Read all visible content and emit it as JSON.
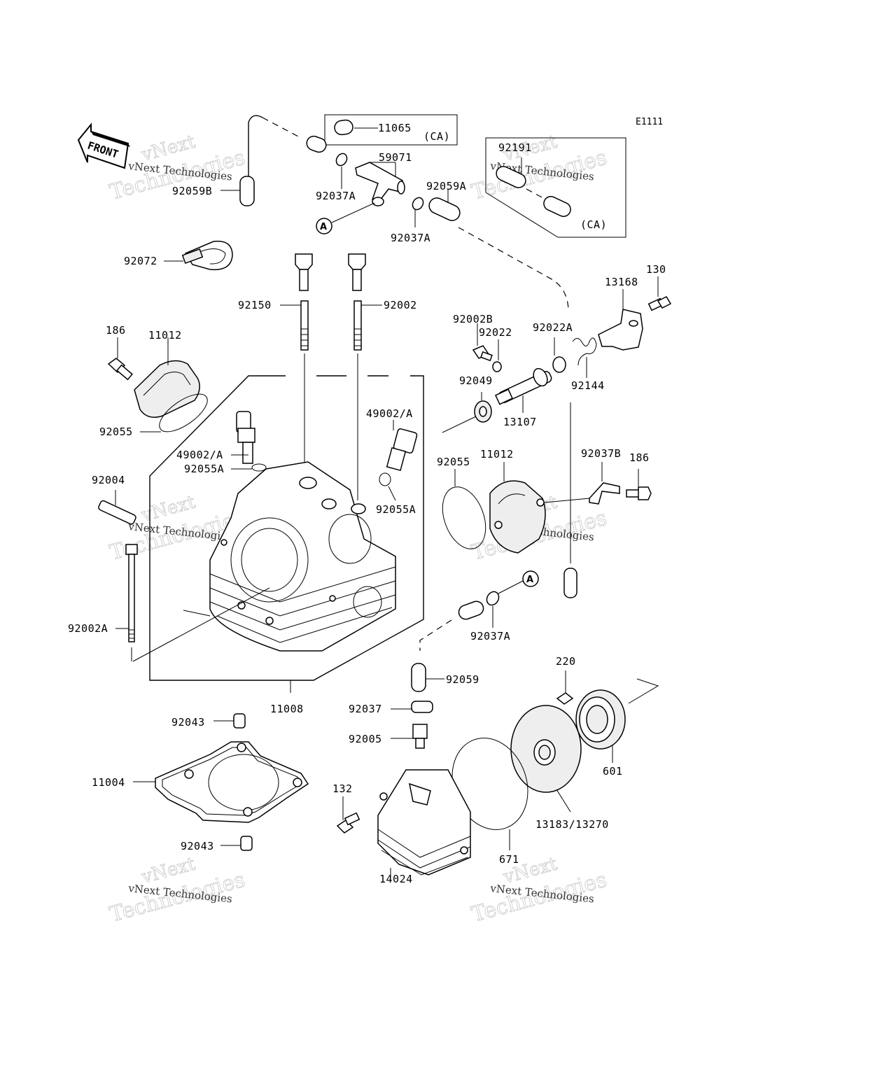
{
  "diagram_code": "E1111",
  "front_label": "FRONT",
  "circle_marker": "A",
  "ca_label": "(CA)",
  "watermark": {
    "line1": "vNext",
    "line2": "Technologies",
    "small": "vNext Technologies"
  },
  "callouts": {
    "c11065": "11065",
    "c59071": "59071",
    "c92037A_top": "92037A",
    "c92059B": "92059B",
    "c92059A": "92059A",
    "c92037A_mid": "92037A",
    "c92191": "92191",
    "c92072": "92072",
    "c130": "130",
    "c13168": "13168",
    "c92150": "92150",
    "c92002": "92002",
    "c92002B": "92002B",
    "c92022": "92022",
    "c92022A": "92022A",
    "c186_left": "186",
    "c11012_left": "11012",
    "c92049": "92049",
    "c92144": "92144",
    "c49002A_right": "49002/A",
    "c13107": "13107",
    "c92055_left": "92055",
    "c92055_right": "92055",
    "c11012_right": "11012",
    "c92037B": "92037B",
    "c186_right": "186",
    "c49002A_left": "49002/A",
    "c92055A_left": "92055A",
    "c92004": "92004",
    "c92055A_right": "92055A",
    "c92037A_bottom": "92037A",
    "c92002A": "92002A",
    "c220": "220",
    "c92059": "92059",
    "c11008": "11008",
    "c92037": "92037",
    "c92043_top": "92043",
    "c92005": "92005",
    "c601": "601",
    "c11004": "11004",
    "c132": "132",
    "c13183": "13183/13270",
    "c92043_bottom": "92043",
    "c671": "671",
    "c14024": "14024"
  }
}
